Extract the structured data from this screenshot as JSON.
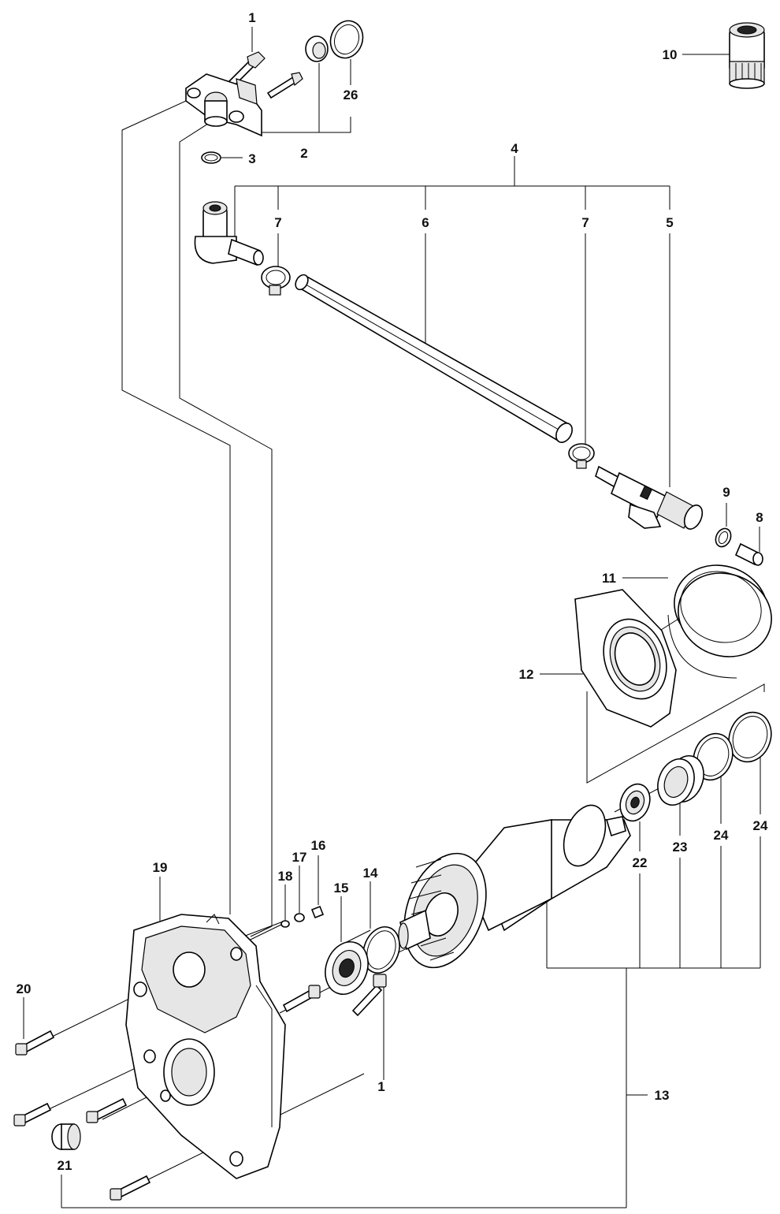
{
  "labels": {
    "p1a": "1",
    "p1b": "1",
    "p2": "2",
    "p3": "3",
    "p4": "4",
    "p5": "5",
    "p6": "6",
    "p7a": "7",
    "p7b": "7",
    "p8": "8",
    "p9": "9",
    "p10": "10",
    "p11": "11",
    "p12": "12",
    "p13": "13",
    "p14": "14",
    "p15": "15",
    "p16": "16",
    "p17": "17",
    "p18": "18",
    "p19": "19",
    "p20": "20",
    "p21": "21",
    "p22": "22",
    "p23": "23",
    "p24a": "24",
    "p24b": "24",
    "p26": "26"
  }
}
